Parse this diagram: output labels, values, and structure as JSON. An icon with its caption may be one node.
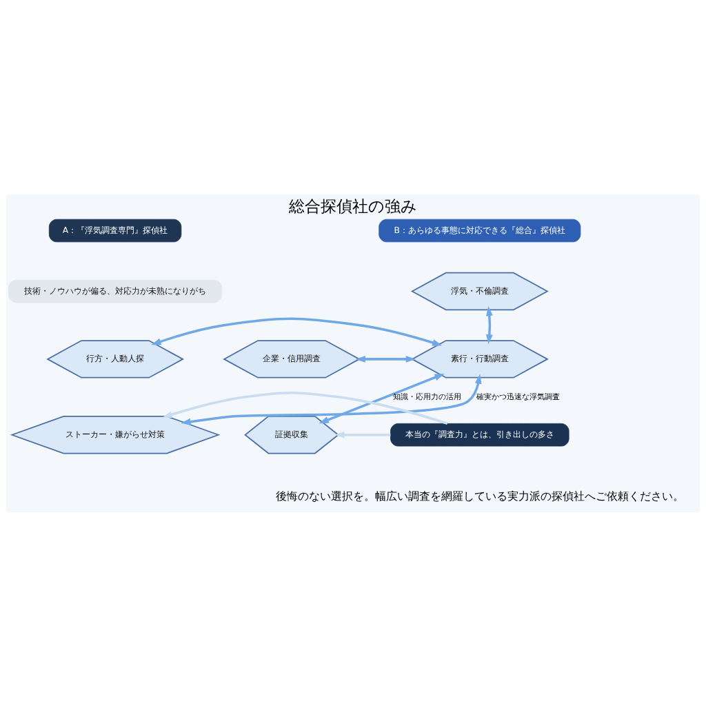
{
  "diagram": {
    "title": "総合探偵社の強み",
    "caption": "後悔のない選択を。幅広い調査を網羅している実力派の探偵社へご依頼ください。",
    "nodes": [
      {
        "text": [
          "A：『浮気調査専門』探偵社"
        ]
      },
      {
        "text": [
          "B：あらゆる事態に対応できる『総合』探偵社"
        ]
      },
      {
        "text": [
          "技術・ノウハウが偏る、対応力が未熟になりがち"
        ]
      },
      {
        "text": [
          "浮気・不倫調査"
        ]
      },
      {
        "text": [
          "行方・人動人探"
        ]
      },
      {
        "text": [
          "素行・行動調査"
        ]
      },
      {
        "text": [
          "企業・信用調査"
        ]
      },
      {
        "text": [
          "ストーカー・嫌がらせ対策"
        ]
      },
      {
        "text": [
          "本当の『調査力』とは、引き出しの多さ"
        ]
      },
      {
        "text": [
          "証拠収集"
        ]
      }
    ],
    "edges": [
      {
        "from": 4,
        "to": 5,
        "arrow": "both"
      },
      {
        "from": 5,
        "to": 6,
        "arrow": "both"
      },
      {
        "from": 5,
        "to": 3,
        "arrow": "both"
      },
      {
        "from": 7,
        "to": 5,
        "arrow": "both",
        "label": "確実かつ迅速な浮気調査"
      },
      {
        "from": 5,
        "to": 9,
        "arrow": "both",
        "label": "知識・応用力の活用"
      },
      {
        "from": 8,
        "to": 7,
        "arrow": "to",
        "color": "#c9dcf0"
      },
      {
        "from": 8,
        "to": 9,
        "arrow": "to",
        "color": "#c9dcf0"
      }
    ]
  }
}
